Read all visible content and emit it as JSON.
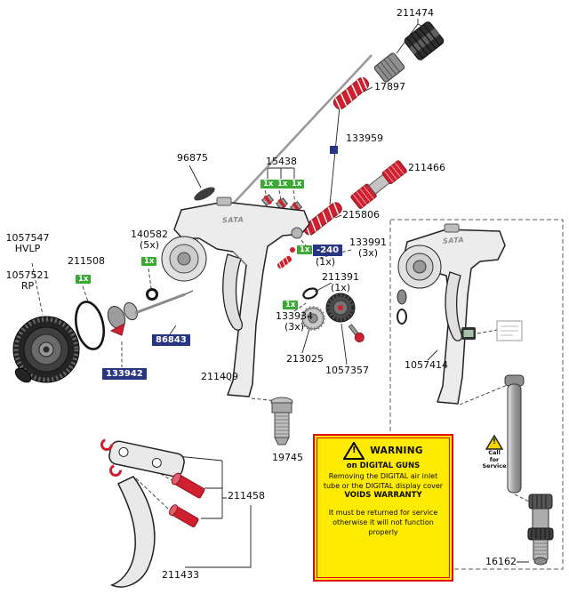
{
  "colors": {
    "part_red": "#cf2030",
    "badge_green": "#3aaa35",
    "badge_blue": "#283583",
    "warning_yellow": "#ffeb00",
    "warning_red": "#e30613"
  },
  "labels": {
    "p211474": "211474",
    "p17897": "17897",
    "p133959": "133959",
    "p211466": "211466",
    "p215806": "215806",
    "p96875": "96875",
    "p15438": "15438",
    "p140582": "140582",
    "q140582": "(5x)",
    "p1057547": "1057547",
    "hvlp": "HVLP",
    "p211508": "211508",
    "p1057521": "1057521",
    "rp": "RP",
    "qty1x": "1x",
    "b240": "-240",
    "q240": "(1x)",
    "p133991": "133991",
    "q133991": "(3x)",
    "p211391": "211391",
    "q211391": "(1x)",
    "p133934": "133934",
    "q133934": "(3x)",
    "p213025": "213025",
    "p1057357": "1057357",
    "b86843": "86843",
    "b133942": "133942",
    "p211409": "211409",
    "p19745": "19745",
    "p1057414": "1057414",
    "p16162": "16162",
    "p211458": "211458",
    "p211433": "211433",
    "brand": "SATA"
  },
  "warning": {
    "exclaim": "!",
    "title": "WARNING",
    "line1": "on DIGITAL GUNS",
    "line2": "Removing the DIGITAL air inlet",
    "line3": "tube or the DIGITAL display cover",
    "line4": "VOIDS WARRANTY",
    "line5": "It must be returned for service",
    "line6": "otherwise it will not function",
    "line7": "properly"
  },
  "service": {
    "exclaim": "!",
    "line1": "Call",
    "line2": "for",
    "line3": "Service"
  }
}
